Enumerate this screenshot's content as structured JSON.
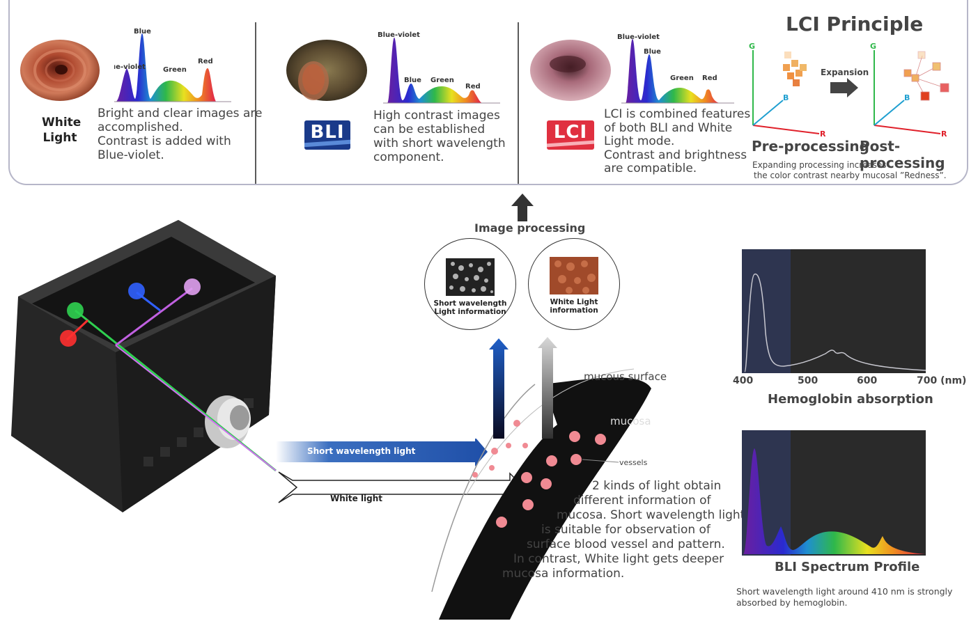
{
  "top": {
    "panel1": {
      "label_line1": "White",
      "label_line2": "Light",
      "desc_lines": [
        "Bright and clear images are",
        "accomplished.",
        "Contrast is added with",
        "Blue-violet."
      ],
      "spectrum_labels": {
        "blue_violet": "Blue-violet",
        "blue": "Blue",
        "green": "Green",
        "red": "Red"
      }
    },
    "panel2": {
      "logo_text": "BLI",
      "desc_lines": [
        "High contrast images",
        "can be established",
        "with short wavelength",
        "component."
      ],
      "spectrum_labels": {
        "blue_violet": "Blue-violet",
        "blue": "Blue",
        "green": "Green",
        "red": "Red"
      }
    },
    "panel3": {
      "logo_text": "LCI",
      "desc_lines": [
        "LCI  is combined features",
        "of both BLI and White",
        "Light mode.",
        "Contrast and brightness",
        "are compatible."
      ],
      "spectrum_labels": {
        "blue_violet": "Blue-violet",
        "blue": "Blue",
        "green": "Green",
        "red": "Red"
      }
    },
    "lci": {
      "title": "LCI Principle",
      "expansion": "Expansion",
      "axis_g": "G",
      "axis_b": "B",
      "axis_r": "R",
      "pre": "Pre-processing",
      "post": "Post-processing",
      "note_line1": "Expanding processing increases",
      "note_line2": "the color contrast nearby mucosal ”Redness”."
    }
  },
  "middle": {
    "image_processing": "Image  processing",
    "short_info_line1": "Short wavelength",
    "short_info_line2": "Light information",
    "white_info_line1": "White Light",
    "white_info_line2": "information",
    "short_light": "Short  wavelength  light",
    "white_light": "White  light",
    "mucous_surface": "mucous surface",
    "mucosa": "mucosa",
    "vessels": "vessels",
    "explain_lines": [
      "2 kinds of light obtain",
      "different information of",
      "mucosa. Short wavelength light",
      "is suitable for observation of",
      "surface blood vessel and pattern.",
      "In contrast, White light gets deeper",
      "mucosa information."
    ]
  },
  "right": {
    "hb_ticks": [
      "400",
      "500",
      "600",
      "700 (nm)"
    ],
    "hb_title": "Hemoglobin absorption",
    "bli_title": "BLI Spectrum Profile",
    "note_line1": "Short wavelength light around 410 nm is strongly",
    "note_line2": "absorbed by hemoglobin."
  },
  "colors": {
    "frame": "#b6b6c8",
    "arrow_blue": "#1f4fa8",
    "chart_bg": "#2a2a2a",
    "chart_highlight": "#2e3550",
    "vessel": "#f08a93"
  }
}
